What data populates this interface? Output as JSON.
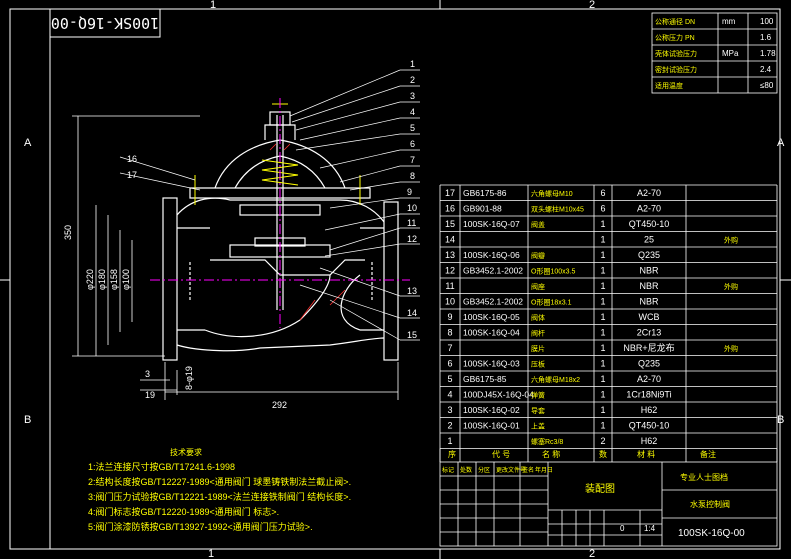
{
  "title_stamp": "100SK-16Q-00",
  "zone_marks": {
    "top": [
      "1",
      "2"
    ],
    "bottom": [
      "1",
      "2"
    ],
    "left": [
      "A",
      "B"
    ]
  },
  "balloons": [
    "1",
    "2",
    "3",
    "4",
    "5",
    "6",
    "7",
    "8",
    "9",
    "10",
    "11",
    "12",
    "13",
    "14",
    "15",
    "16",
    "17"
  ],
  "dimensions": {
    "height": "350",
    "diameters": [
      "φ220",
      "φ180",
      "φ158",
      "φ100"
    ],
    "bottom_small": [
      "3",
      "19",
      "8-φ19"
    ],
    "length": "292"
  },
  "spec_table": [
    {
      "label": "公称通径 DN",
      "unit": "mm",
      "value": "100"
    },
    {
      "label": "公称压力 PN",
      "unit": "",
      "value": "1.6"
    },
    {
      "label": "壳体试验压力",
      "unit": "MPa",
      "value": "1.78"
    },
    {
      "label": "密封试验压力",
      "unit": "",
      "value": "2.4"
    },
    {
      "label": "适用温度",
      "unit": "",
      "value": "≤80"
    }
  ],
  "parts": [
    {
      "no": "17",
      "code": "GB6175-86",
      "name": "六角螺母M10",
      "qty": "6",
      "material": "A2-70",
      "note": ""
    },
    {
      "no": "16",
      "code": "GB901-88",
      "name": "双头螺柱M10x45",
      "qty": "6",
      "material": "A2-70",
      "note": ""
    },
    {
      "no": "15",
      "code": "100SK-16Q-07",
      "name": "阀盖",
      "qty": "1",
      "material": "QT450-10",
      "note": ""
    },
    {
      "no": "14",
      "code": "",
      "name": "",
      "qty": "1",
      "material": "25",
      "note": "外购"
    },
    {
      "no": "13",
      "code": "100SK-16Q-06",
      "name": "阀瓣",
      "qty": "1",
      "material": "Q235",
      "note": ""
    },
    {
      "no": "12",
      "code": "GB3452.1-2002",
      "name": "O形圈100x3.5",
      "qty": "1",
      "material": "NBR",
      "note": ""
    },
    {
      "no": "11",
      "code": "",
      "name": "阀座",
      "qty": "1",
      "material": "NBR",
      "note": "外购"
    },
    {
      "no": "10",
      "code": "GB3452.1-2002",
      "name": "O形圈18x3.1",
      "qty": "1",
      "material": "NBR",
      "note": ""
    },
    {
      "no": "9",
      "code": "100SK-16Q-05",
      "name": "阀体",
      "qty": "1",
      "material": "WCB",
      "note": ""
    },
    {
      "no": "8",
      "code": "100SK-16Q-04",
      "name": "阀杆",
      "qty": "1",
      "material": "2Cr13",
      "note": ""
    },
    {
      "no": "7",
      "code": "",
      "name": "膜片",
      "qty": "1",
      "material": "NBR+尼龙布",
      "note": "外购"
    },
    {
      "no": "6",
      "code": "100SK-16Q-03",
      "name": "压板",
      "qty": "1",
      "material": "Q235",
      "note": ""
    },
    {
      "no": "5",
      "code": "GB6175-85",
      "name": "六角螺母M18x2",
      "qty": "1",
      "material": "A2-70",
      "note": ""
    },
    {
      "no": "4",
      "code": "100DJ45X-16Q-04",
      "name": "弹簧",
      "qty": "1",
      "material": "1Cr18Ni9Ti",
      "note": ""
    },
    {
      "no": "3",
      "code": "100SK-16Q-02",
      "name": "导套",
      "qty": "1",
      "material": "H62",
      "note": ""
    },
    {
      "no": "2",
      "code": "100SK-16Q-01",
      "name": "上盖",
      "qty": "1",
      "material": "QT450-10",
      "note": ""
    },
    {
      "no": "1",
      "code": "",
      "name": "螺塞Rc3/8",
      "qty": "2",
      "material": "H62",
      "note": ""
    }
  ],
  "parts_header": [
    "序",
    "代 号",
    "名 称",
    "数",
    "材 料",
    "备注"
  ],
  "notes": {
    "heading": "技术要求",
    "lines": [
      "1:法兰连接尺寸按GB/T17241.6-1998",
      "2:结构长度按GB/T12227-1989<通用阀门 球墨铸铁制法兰截止阀>.",
      "3:阀门压力试验按GB/T12221-1989<法兰连接铁制阀门 结构长度>.",
      "4:阀门标志按GB/T12220-1989<通用阀门 标志>.",
      "5:阀门涂漆防锈按GB/T13927-1992<通用阀门压力试验>."
    ]
  },
  "title_block": {
    "assembly_label": "装配图",
    "company": "专业人士图档",
    "product": "水泵控制阀",
    "scale_qty": [
      "0",
      "1:4"
    ],
    "drawing_no": "100SK-16Q-00",
    "revision_labels": [
      "标记",
      "处数",
      "分区",
      "更改文件号",
      "签名",
      "年月日"
    ]
  }
}
